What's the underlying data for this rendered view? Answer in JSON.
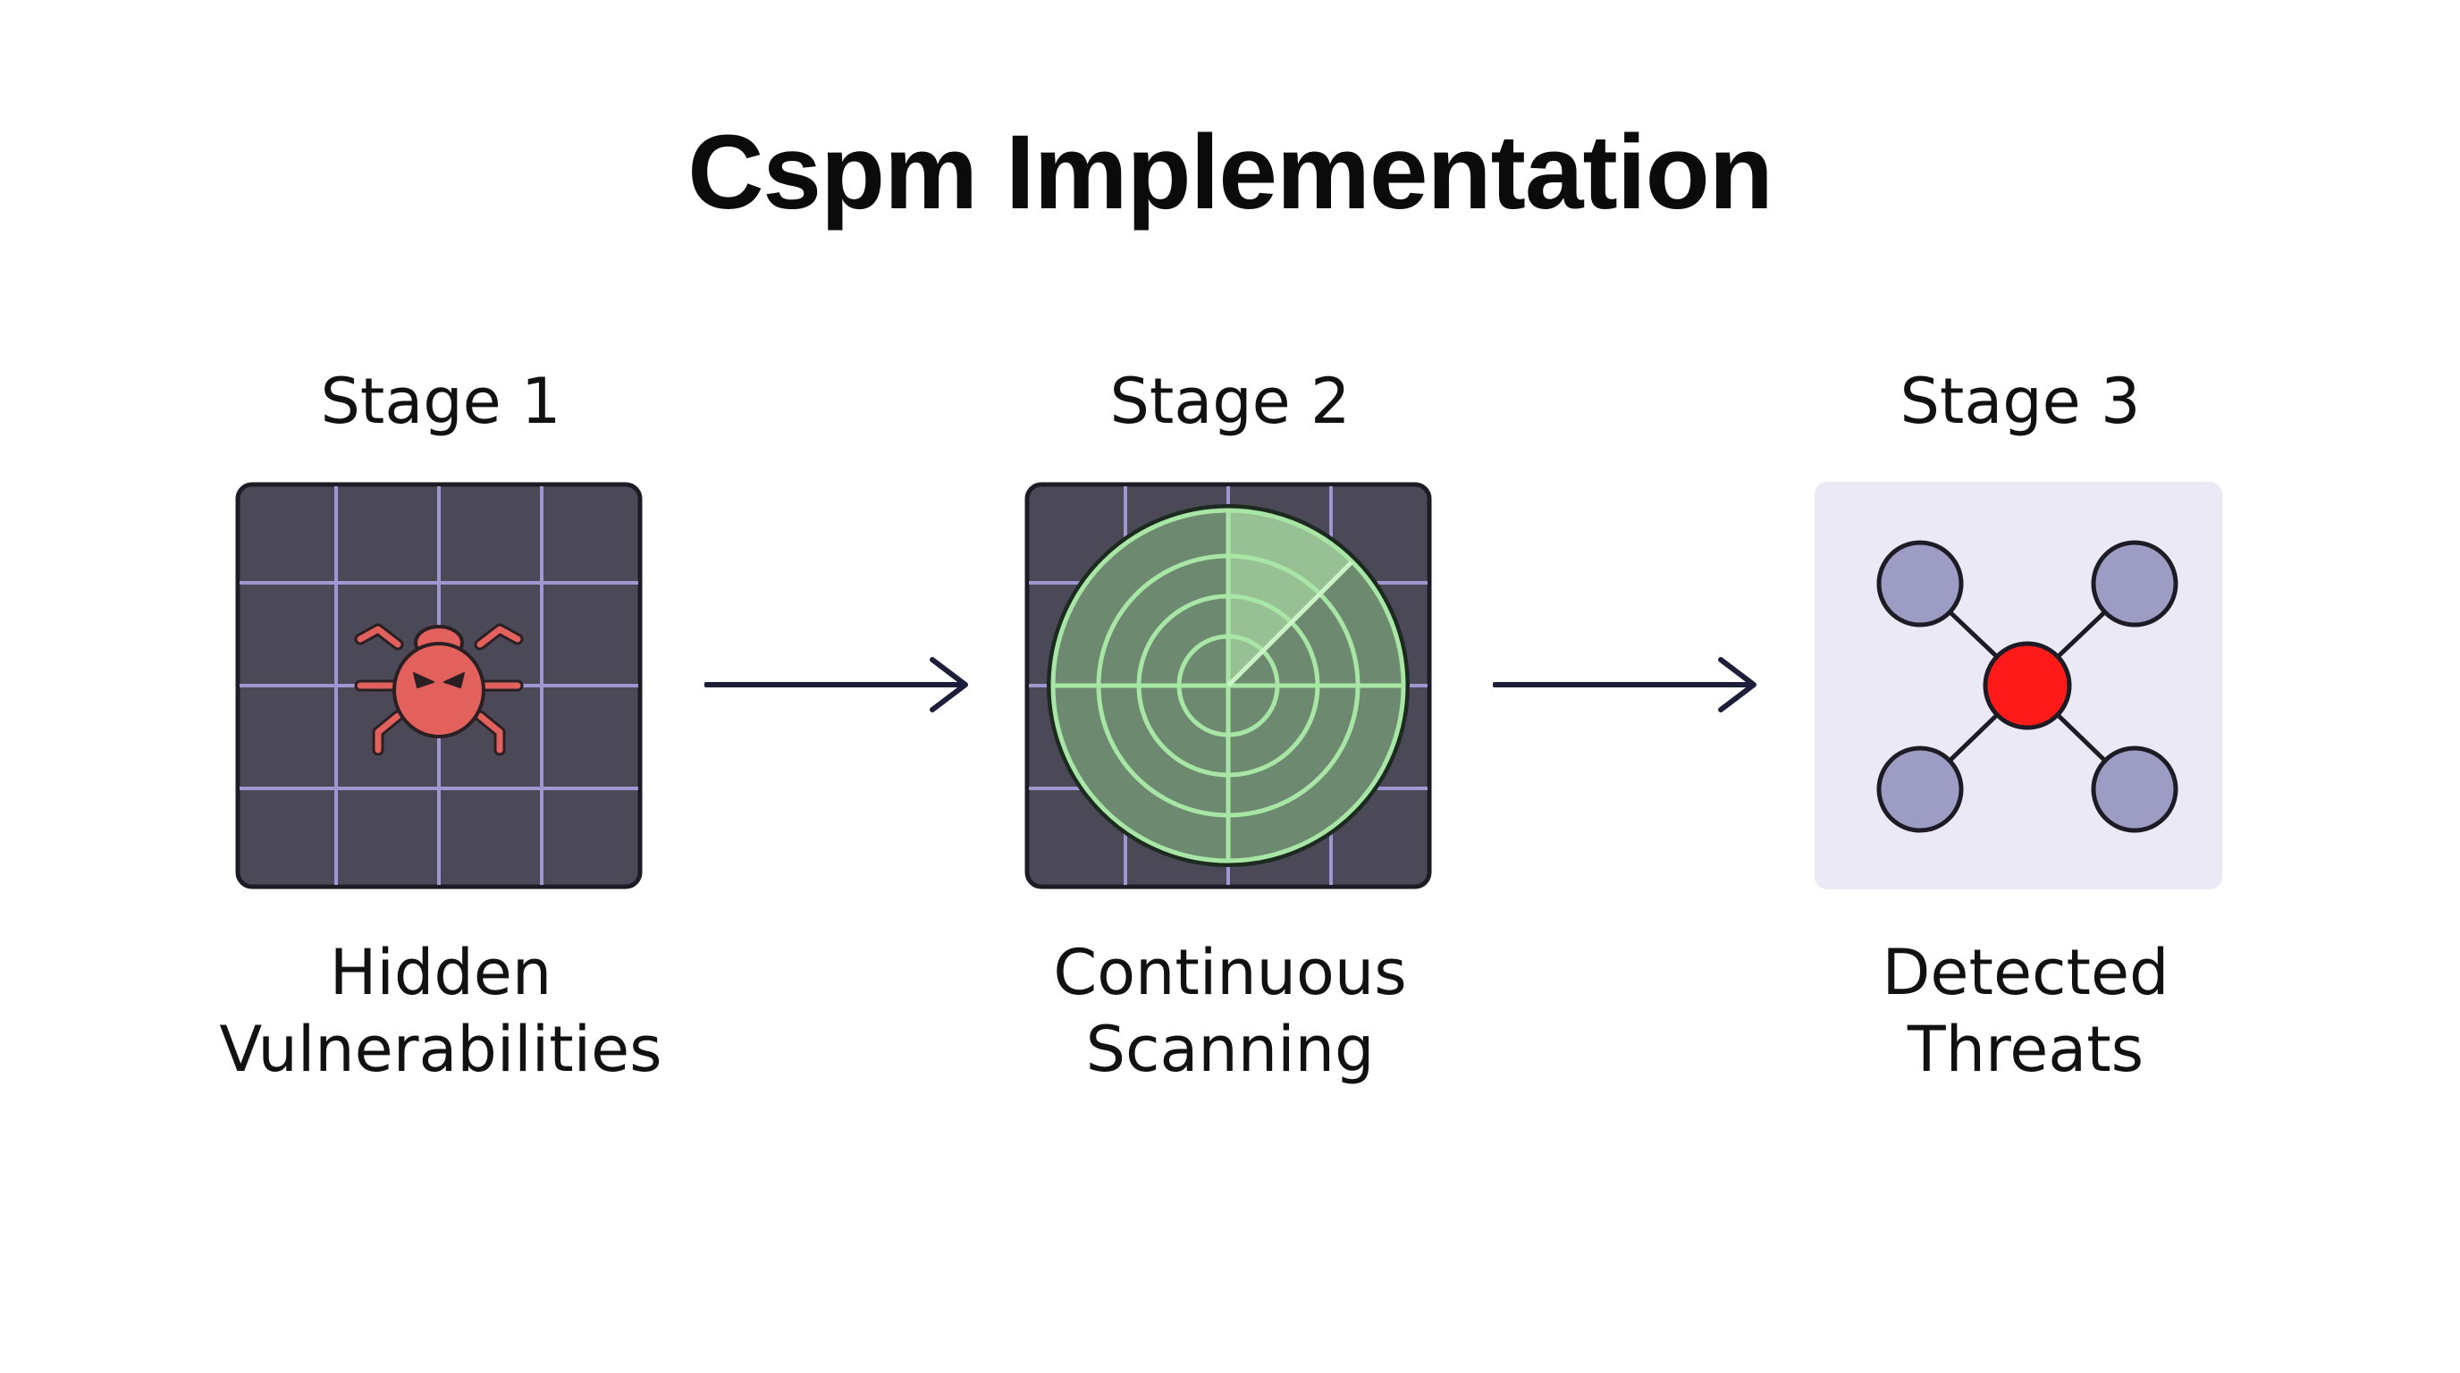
{
  "title": "Cspm Implementation",
  "stages": [
    {
      "heading": "Stage 1",
      "caption_lines": [
        "Hidden",
        "Vulnerabilities"
      ],
      "icon": "bug-on-grid-icon"
    },
    {
      "heading": "Stage 2",
      "caption_lines": [
        "Continuous",
        "Scanning"
      ],
      "icon": "radar-scan-icon"
    },
    {
      "heading": "Stage 3",
      "caption_lines": [
        "Detected",
        "Threats"
      ],
      "icon": "threat-network-icon"
    }
  ],
  "colors": {
    "tile_dark": "#4b4858",
    "grid_line": "#9e97d2",
    "bug": "#e2615d",
    "radar_green": "#a8e6a6",
    "tile_light": "#ece9f6",
    "node": "#9c9cc4",
    "threat_node": "#ff1a1a",
    "arrow": "#1d1f3a"
  }
}
